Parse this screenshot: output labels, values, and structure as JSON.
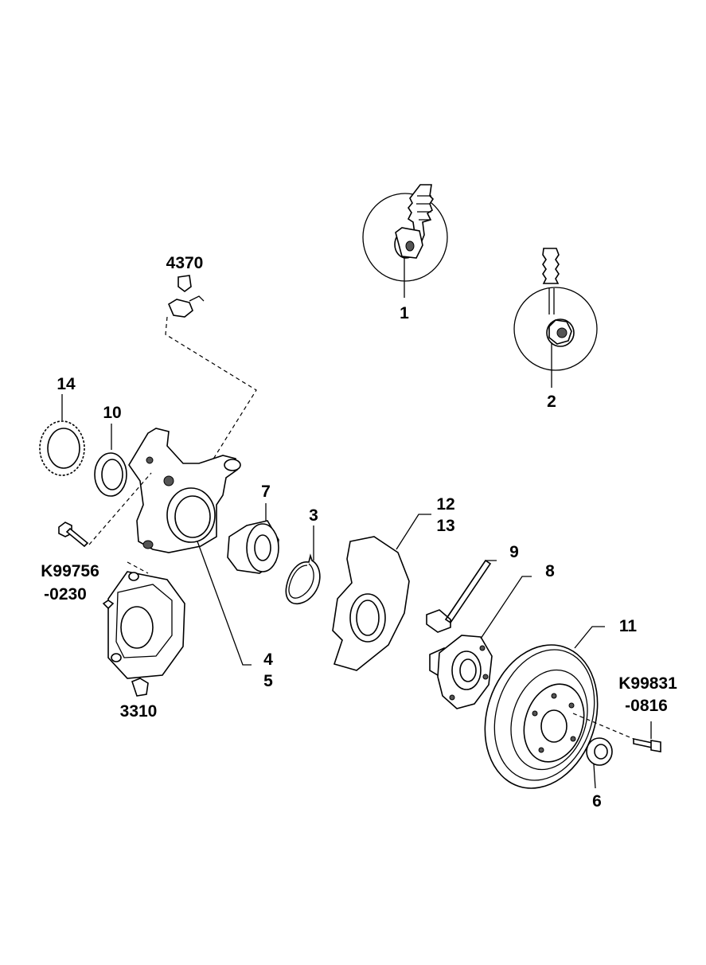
{
  "labels": {
    "l1": "1",
    "l2": "2",
    "l3": "3",
    "l4": "4",
    "l5": "5",
    "l6": "6",
    "l7": "7",
    "l8": "8",
    "l9": "9",
    "l10": "10",
    "l11": "11",
    "l12": "12",
    "l13": "13",
    "l14": "14",
    "l4370": "4370",
    "l3310": "3310",
    "k99756a": "K99756",
    "k99756b": "-0230",
    "k99831a": "K99831",
    "k99831b": "-0816"
  }
}
